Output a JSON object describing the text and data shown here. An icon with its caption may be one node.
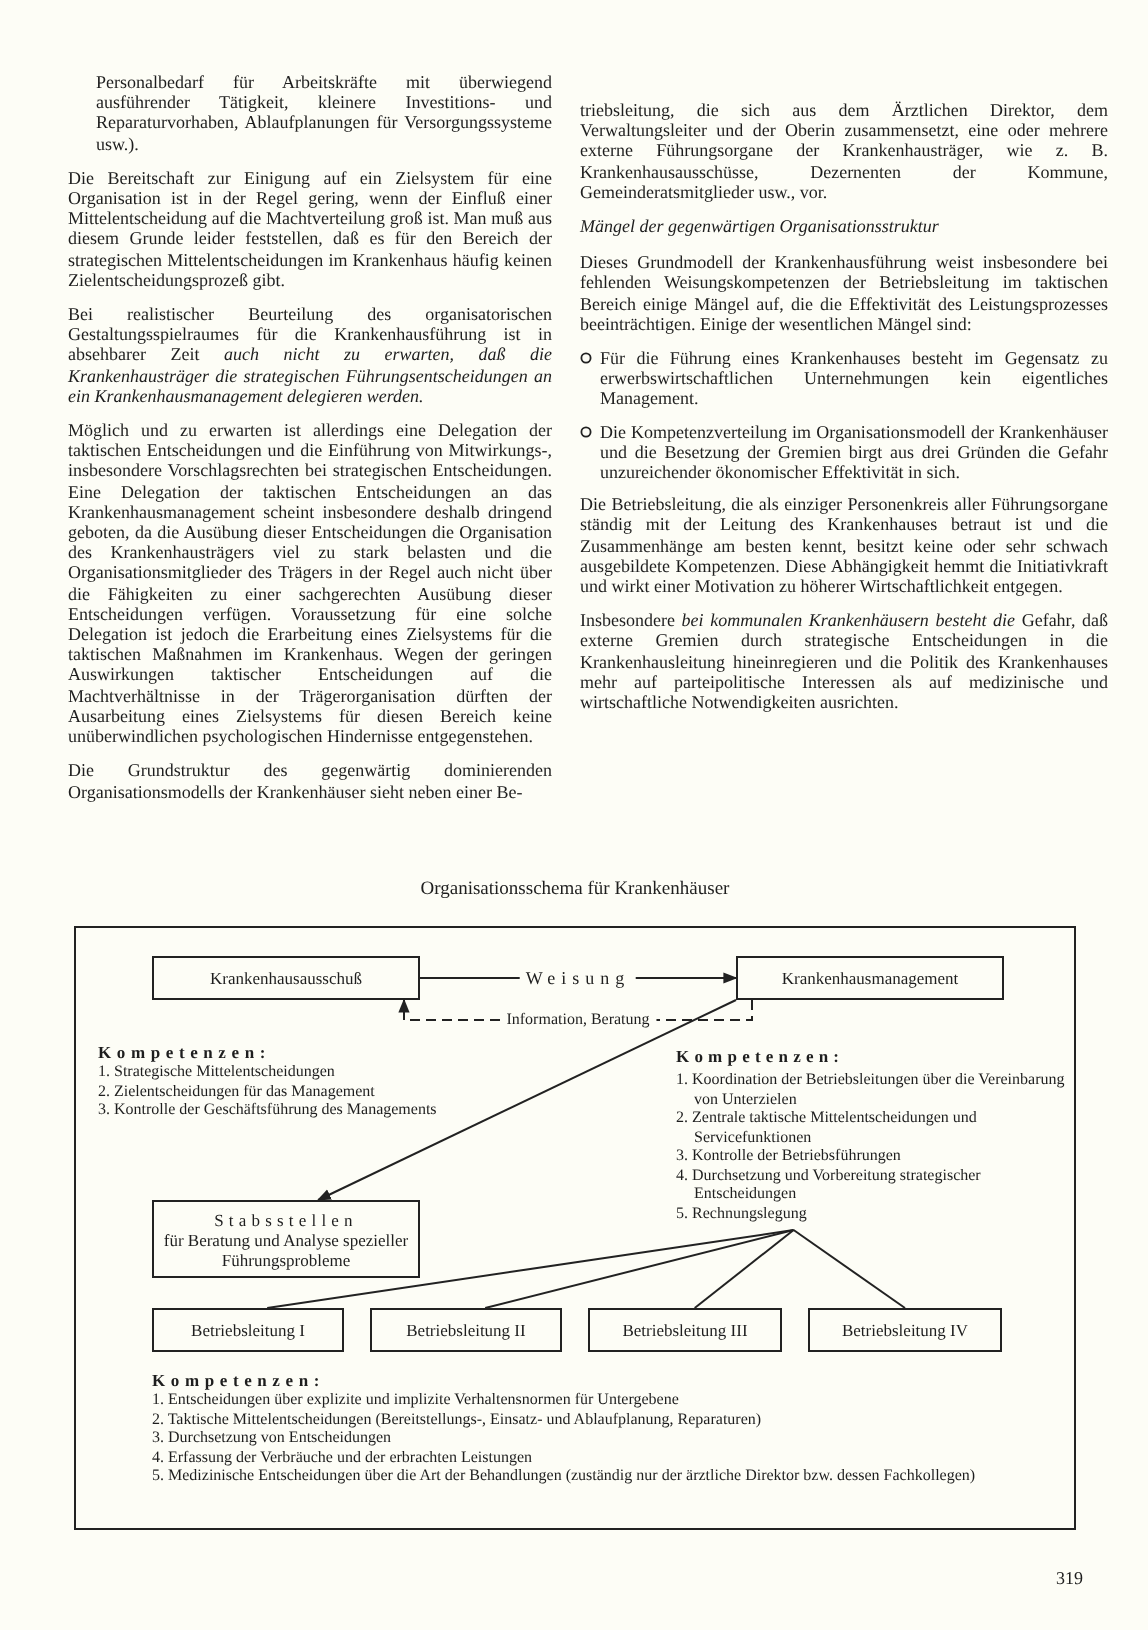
{
  "diagram": {
    "title": "Organisationsschema für Krankenhäuser",
    "nodes": [
      {
        "text": [
          "Krankenhausausschuß"
        ]
      },
      {
        "text": [
          "Krankenhausmanagement"
        ]
      },
      {
        "text": [
          "Kompetenzen:",
          "1. Koordination der Betriebsleitungen über die Vereinbarung von Unterzielen",
          "2. Zentrale taktische Mittelentscheidungen und Servicefunktionen",
          "3. Kontrolle der Betriebsführungen",
          "4. Durchsetzung und Vorbereitung strategischer Entscheidungen",
          "5. Rechnungslegung"
        ]
      },
      {
        "text": [
          "Stabsstellen",
          "für Beratung und Analyse spezieller Führungsprobleme"
        ]
      },
      {
        "text": [
          "Betriebsleitung I"
        ]
      },
      {
        "text": [
          "Betriebsleitung II"
        ]
      },
      {
        "text": [
          "Betriebsleitung III"
        ]
      },
      {
        "text": [
          "Betriebsleitung IV"
        ]
      }
    ],
    "edges": [
      {
        "from": 0,
        "to": 1,
        "arrow": "to",
        "label": "Weisung"
      },
      {
        "from": 1,
        "to": 0,
        "arrow": "to",
        "label": "Information, Beratung",
        "style": "dashed"
      },
      {
        "from": 1,
        "to": 3,
        "arrow": "to"
      },
      {
        "from": 2,
        "to": 4,
        "arrow": "none"
      },
      {
        "from": 2,
        "to": 5,
        "arrow": "none"
      },
      {
        "from": 2,
        "to": 6,
        "arrow": "none"
      },
      {
        "from": 2,
        "to": 7,
        "arrow": "none"
      }
    ],
    "labels": [
      "Personalbedarf für Arbeitskräfte mit überwiegend ausführender Tätigkeit, kleinere Investitions- und Reparaturvorhaben, Ablaufplanungen für Versorgungssysteme usw.).",
      "Die Bereitschaft zur Einigung auf ein Zielsystem für eine Organisation ist in der Regel gering, wenn der Einfluß einer Mittelentscheidung auf die Machtverteilung groß ist. Man muß aus diesem Grunde leider feststellen, daß es für den Bereich der strategischen Mittelentscheidungen im Krankenhaus häufig keinen Zielentscheidungsprozeß gibt.",
      "Bei realistischer Beurteilung des organisatorischen Gestaltungsspielraumes für die Krankenhausführung ist in absehbarer Zeit *auch nicht zu erwarten, daß die Krankenhausträger die strategischen Führungsentscheidungen an ein Krankenhausmanagement delegieren werden.*",
      "Möglich und zu erwarten ist allerdings eine Delegation der taktischen Entscheidungen und die Einführung von Mitwirkungs-, insbesondere Vorschlagsrechten bei strategischen Entscheidungen. Eine Delegation der taktischen Entscheidungen an das Krankenhausmanagement scheint insbesondere deshalb dringend geboten, da die Ausübung dieser Entscheidungen die Organisation des Krankenhausträgers viel zu stark belasten und die Organisationsmitglieder des Trägers in der Regel auch nicht über die Fähigkeiten zu einer sachgerechten Ausübung dieser Entscheidungen verfügen. Voraussetzung für eine solche Delegation ist jedoch die Erarbeitung eines Zielsystems für die taktischen Maßnahmen im Krankenhaus. Wegen der geringen Auswirkungen taktischer Entscheidungen auf die Machtverhältnisse in der Trägerorganisation dürften der Ausarbeitung eines Zielsystems für diesen Bereich keine unüberwindlichen psychologischen Hindernisse entgegenstehen.",
      "Die Grundstruktur des gegenwärtig dominierenden Organisationsmodells der Krankenhäuser sieht neben einer Be-",
      "triebsleitung, die sich aus dem Ärztlichen Direktor, dem Verwaltungsleiter und der Oberin zusammensetzt, eine oder mehrere externe Führungsorgane der Krankenhausträger, wie z. B. Krankenhausausschüsse, Dezernenten der Kommune, Gemeinderatsmitglieder usw., vor.",
      "Mängel der gegenwärtigen Organisationsstruktur",
      "Dieses Grundmodell der Krankenhausführung weist insbesondere bei fehlenden Weisungskompetenzen der Betriebsleitung im taktischen Bereich einige Mängel auf, die die Effektivität des Leistungsprozesses beeinträchtigen. Einige der wesentlichen Mängel sind:",
      "Für die Führung eines Krankenhauses besteht im Gegensatz zu erwerbswirtschaftlichen Unternehmungen kein eigentliches Management.",
      "Die Kompetenzverteilung im Organisationsmodell der Krankenhäuser und die Besetzung der Gremien birgt aus drei Gründen die Gefahr unzureichender ökonomischer Effektivität in sich.",
      "Die Betriebsleitung, die als einziger Personenkreis aller Führungsorgane ständig mit der Leitung des Krankenhauses betraut ist und die Zusammenhänge am besten kennt, besitzt keine oder sehr schwach ausgebildete Kompetenzen. Diese Abhängigkeit hemmt die Initiativkraft und wirkt einer Motivation zu höherer Wirtschaftlichkeit entgegen.",
      "Insbesondere *bei kommunalen Krankenhäusern besteht die* Gefahr, daß externe Gremien durch strategische Entscheidungen in die Krankenhausleitung hineinregieren und die Politik des Krankenhauses mehr auf parteipolitische Interessen als auf medizinische und wirtschaftliche Notwendigkeiten ausrichten.",
      "Kompetenzen:",
      "1. Strategische Mittelentscheidungen",
      "2. Zielentscheidungen für das Management",
      "3. Kontrolle der Geschäftsführung des Managements",
      "Kompetenzen:",
      "1. Entscheidungen über explizite und implizite Verhaltensnormen für Untergebene",
      "2. Taktische Mittelentscheidungen (Bereitstellungs-, Einsatz- und Ablaufplanung, Reparaturen)",
      "3. Durchsetzung von Entscheidungen",
      "4. Erfassung der Verbräuche und der erbrachten Leistungen",
      "5. Medizinische Entscheidungen über die Art der Behandlungen (zuständig nur der ärztliche Direktor bzw. dessen Fachkollegen)",
      "319"
    ]
  }
}
